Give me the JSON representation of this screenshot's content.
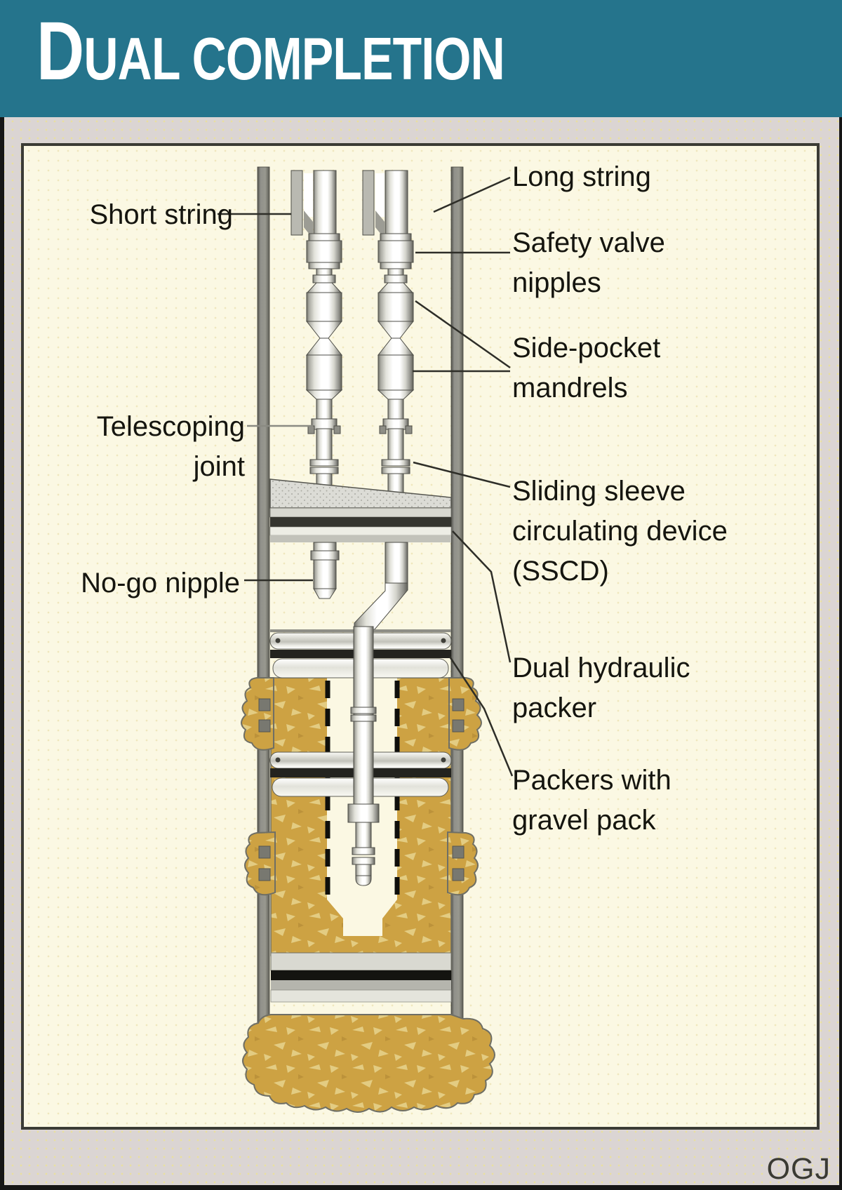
{
  "header": {
    "title_initial": "D",
    "title_rest": "UAL COMPLETION"
  },
  "credit": "OGJ",
  "labels": {
    "short_string": [
      "Short string"
    ],
    "long_string": [
      "Long string"
    ],
    "safety_valve_nipples": [
      "Safety valve",
      "nipples"
    ],
    "side_pocket_mandrels": [
      "Side-pocket",
      "mandrels"
    ],
    "telescoping_joint": [
      "Telescoping",
      "joint"
    ],
    "sliding_sleeve": [
      "Sliding sleeve",
      "circulating device",
      "(SSCD)"
    ],
    "no_go_nipple": [
      "No-go nipple"
    ],
    "dual_hydraulic_packer": [
      "Dual hydraulic",
      "packer"
    ],
    "packers_with_gravel_pack": [
      "Packers with",
      "gravel pack"
    ]
  },
  "colors": {
    "header_bg": "#25748C",
    "frame_band": "#DBD5D3",
    "panel_bg": "#FBF8E3",
    "frame_border": "#3B3B35",
    "gravel": "#CDA243",
    "gravel_fleck": "#E3CC82",
    "casing_gray": "#90908A",
    "packer_dark": "#23231F"
  }
}
